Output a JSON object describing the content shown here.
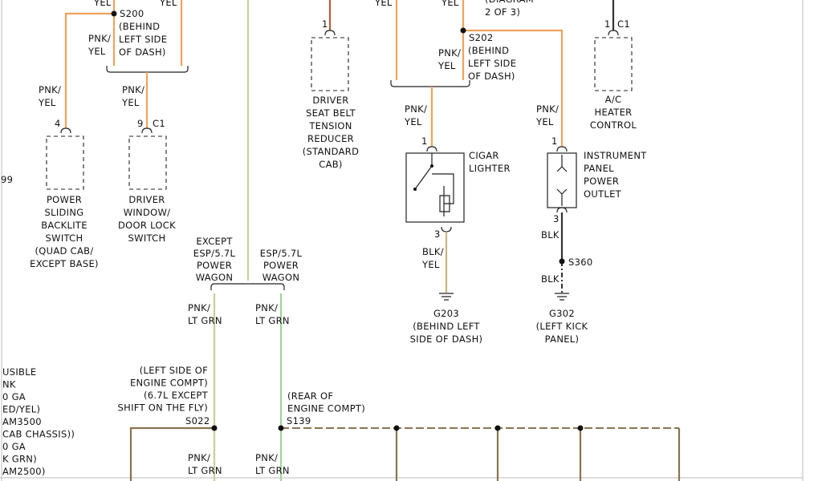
{
  "colors": {
    "pnk_yel": "#f0a35b",
    "pnk_ltgrn": "#c9cf98",
    "ltgrn": "#9fd49c",
    "blk_yel": "#c8b57f",
    "blk": "#333333",
    "brown": "#8a7450",
    "stub": "#b85d3a"
  },
  "labels": {
    "yel_a": "YEL",
    "yel_b": "YEL",
    "yel_c": "YEL",
    "yel_d": "YEL",
    "s200": "S200",
    "s200_loc": [
      "(BEHIND",
      "LEFT SIDE",
      "OF DASH)"
    ],
    "pnk_yel_1": [
      "PNK/",
      "YEL"
    ],
    "pnk_yel_2": [
      "PNK/",
      "YEL"
    ],
    "pnk_yel_3": [
      "PNK/",
      "YEL"
    ],
    "pnk_yel_4": [
      "PNK/",
      "YEL"
    ],
    "pnk_yel_5": [
      "PNK/",
      "YEL"
    ],
    "pnk_yel_6": [
      "PNK/",
      "YEL"
    ],
    "diagram_ref": [
      "(DIAGRAM",
      "2 OF 3)"
    ],
    "s202": "S202",
    "s202_loc": [
      "(BEHIND",
      "LEFT SIDE",
      "OF DASH)"
    ],
    "c1_ac": "C1",
    "pin1_ac": "1",
    "pin1_seat": "1",
    "pin4": "4",
    "pin9": "9",
    "c1_dw": "C1",
    "pin1_cig": "1",
    "pin1_pwr": "1",
    "pin3_cig": "3",
    "pin3_pwr": "3",
    "left_cut": "99",
    "seat_belt": [
      "DRIVER",
      "SEAT BELT",
      "TENSION",
      "REDUCER",
      "(STANDARD",
      "CAB)"
    ],
    "ac_heater": [
      "A/C",
      "HEATER",
      "CONTROL"
    ],
    "cigar": [
      "CIGAR",
      "LIGHTER"
    ],
    "power_outlet": [
      "INSTRUMENT",
      "PANEL",
      "POWER",
      "OUTLET"
    ],
    "backlite": [
      "POWER",
      "SLIDING",
      "BACKLITE",
      "SWITCH",
      "(QUAD CAB/",
      "EXCEPT BASE)"
    ],
    "door_lock": [
      "DRIVER",
      "WINDOW/",
      "DOOR LOCK",
      "SWITCH"
    ],
    "blk_yel": [
      "BLK/",
      "YEL"
    ],
    "blk_1": "BLK",
    "blk_2": "BLK",
    "s360": "S360",
    "g203": [
      "G203",
      "(BEHIND LEFT",
      "SIDE OF DASH)"
    ],
    "g302": [
      "G302",
      "(LEFT KICK",
      "PANEL)"
    ],
    "except_esp": [
      "EXCEPT",
      "ESP/5.7L",
      "POWER",
      "WAGON"
    ],
    "esp": [
      "ESP/5.7L",
      "POWER",
      "WAGON"
    ],
    "pnk_ltgrn_1": [
      "PNK/",
      "LT GRN"
    ],
    "pnk_ltgrn_2": [
      "PNK/",
      "LT GRN"
    ],
    "pnk_ltgrn_3": [
      "PNK/",
      "LT GRN"
    ],
    "pnk_ltgrn_4": [
      "PNK/",
      "LT GRN"
    ],
    "fusible": [
      "USIBLE",
      "NK",
      "0 GA",
      "ED/YEL)",
      "AM3500",
      "CAB CHASSIS))",
      "0 GA",
      "K GRN)",
      "AM2500)"
    ],
    "s022_loc": [
      "(LEFT SIDE OF",
      "ENGINE COMPT)",
      "(6.7L EXCEPT",
      "SHIFT ON THE FLY)"
    ],
    "s022": "S022",
    "s139_loc": [
      "(REAR OF",
      "ENGINE COMPT)"
    ],
    "s139": "S139"
  }
}
